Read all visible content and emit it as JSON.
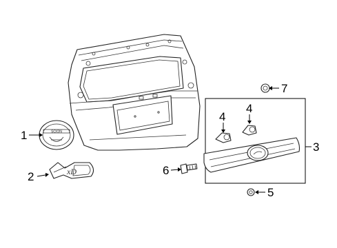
{
  "callouts": {
    "c1": "1",
    "c2": "2",
    "c3": "3",
    "c4a": "4",
    "c4b": "4",
    "c5": "5",
    "c6": "6",
    "c7": "7"
  },
  "parts": {
    "emblem_text": "SCION",
    "badge_text": "xD"
  }
}
